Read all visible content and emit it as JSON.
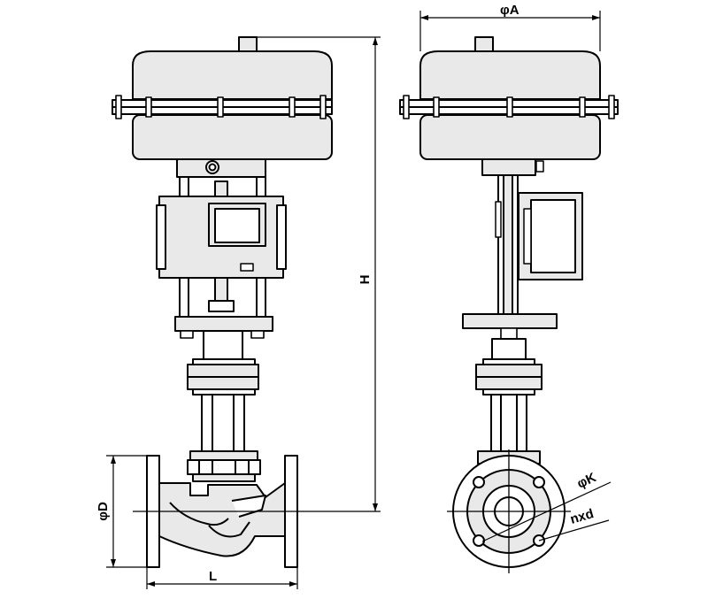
{
  "labels": {
    "phi_a": "φA",
    "h": "H",
    "phi_d": "φD",
    "l": "L",
    "phi_k": "φK",
    "nxd": "nxd"
  },
  "colors": {
    "line": "#000000",
    "fill_light": "#ffffff",
    "fill_gray": "#e9e9e9"
  }
}
